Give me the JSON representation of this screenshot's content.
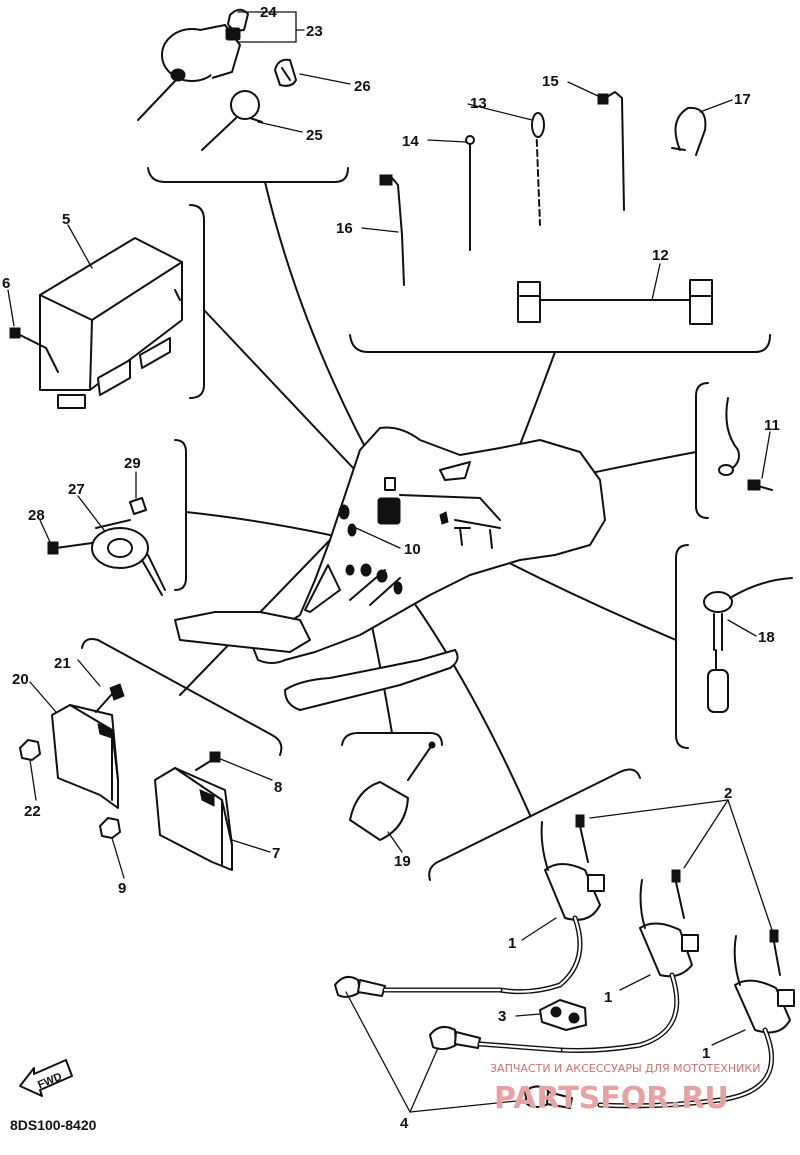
{
  "diagram": {
    "code": "8DS100-8420",
    "fwd_label": "FWD",
    "watermark_line1": "ЗАПЧАСТИ И АКСЕССУАРЫ ДЛЯ МОТОТЕХНИКИ",
    "watermark_line2": "PARTSFOR.RU",
    "callouts": [
      {
        "id": "c1a",
        "text": "1"
      },
      {
        "id": "c1b",
        "text": "1"
      },
      {
        "id": "c1c",
        "text": "1"
      },
      {
        "id": "c2",
        "text": "2"
      },
      {
        "id": "c3",
        "text": "3"
      },
      {
        "id": "c4",
        "text": "4"
      },
      {
        "id": "c5",
        "text": "5"
      },
      {
        "id": "c6",
        "text": "6"
      },
      {
        "id": "c7",
        "text": "7"
      },
      {
        "id": "c8",
        "text": "8"
      },
      {
        "id": "c9",
        "text": "9"
      },
      {
        "id": "c10",
        "text": "10"
      },
      {
        "id": "c11",
        "text": "11"
      },
      {
        "id": "c12",
        "text": "12"
      },
      {
        "id": "c13",
        "text": "13"
      },
      {
        "id": "c14",
        "text": "14"
      },
      {
        "id": "c15",
        "text": "15"
      },
      {
        "id": "c16",
        "text": "16"
      },
      {
        "id": "c17",
        "text": "17"
      },
      {
        "id": "c18",
        "text": "18"
      },
      {
        "id": "c19",
        "text": "19"
      },
      {
        "id": "c20",
        "text": "20"
      },
      {
        "id": "c21",
        "text": "21"
      },
      {
        "id": "c22",
        "text": "22"
      },
      {
        "id": "c23",
        "text": "23"
      },
      {
        "id": "c24",
        "text": "24"
      },
      {
        "id": "c25",
        "text": "25"
      },
      {
        "id": "c26",
        "text": "26"
      },
      {
        "id": "c27",
        "text": "27"
      },
      {
        "id": "c28",
        "text": "28"
      },
      {
        "id": "c29",
        "text": "29"
      }
    ]
  }
}
